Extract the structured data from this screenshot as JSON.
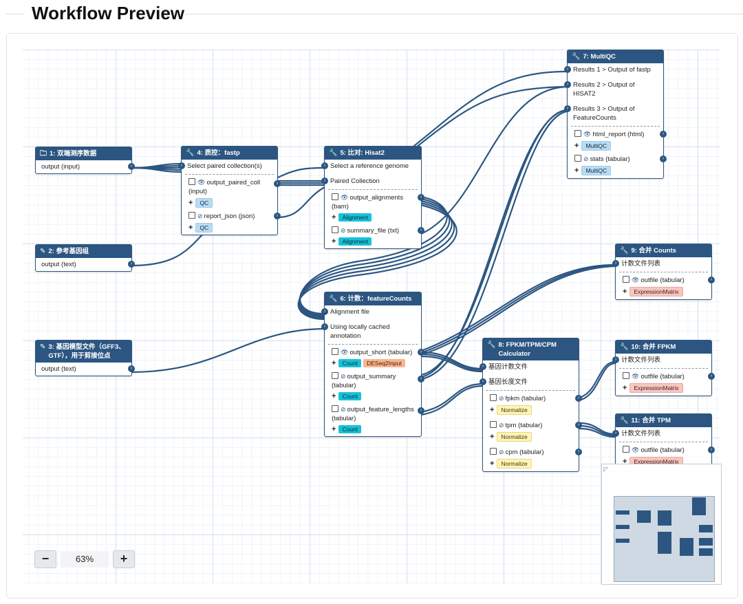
{
  "header": {
    "title": "Workflow Preview"
  },
  "nodes": {
    "n1": {
      "title": "1: 双端测序数据",
      "output": "output (input)"
    },
    "n2": {
      "title": "2: 参考基因组",
      "output": "output (text)"
    },
    "n3": {
      "title": "3: 基因模型文件（GFF3、GTF），用于剪接位点",
      "output": "output (text)"
    },
    "n4": {
      "title": "4: 质控：fastp",
      "input1": "Select paired collection(s)",
      "out1": "output_paired_coll (input)",
      "out1_tag": "QC",
      "out2": "report_json (json)",
      "out2_tag": "QC"
    },
    "n5": {
      "title": "5: 比对: Hisat2",
      "input1": "Select a reference genome",
      "input2": "Paired Collection",
      "out1": "output_alignments (bam)",
      "out1_tag": "Alignment",
      "out2": "summary_file (txt)",
      "out2_tag": "Alignment"
    },
    "n6": {
      "title": "6: 计数：featureCounts",
      "input1": "Alignment file",
      "input2": "Using locally cached annotation",
      "out1": "output_short (tabular)",
      "out1_tag1": "Count",
      "out1_tag2": "DESeq2Input",
      "out2": "output_summary (tabular)",
      "out2_tag": "Count",
      "out3": "output_feature_lengths (tabular)",
      "out3_tag": "Count"
    },
    "n7": {
      "title": "7: MultiQC",
      "input1": "Results 1 > Output of fastp",
      "input2": "Results 2 > Output of HISAT2",
      "input3": "Results 3 > Output of FeatureCounts",
      "out1": "html_report (html)",
      "out1_tag": "MultiQC",
      "out2": "stats (tabular)",
      "out2_tag": "MultiQC"
    },
    "n8": {
      "title": "8: FPKM/TPM/CPM Calculator",
      "input1": "基因计数文件",
      "input2": "基因长度文件",
      "out1": "fpkm (tabular)",
      "out1_tag": "Normalize",
      "out2": "tpm (tabular)",
      "out2_tag": "Normalize",
      "out3": "cpm (tabular)",
      "out3_tag": "Normalize"
    },
    "n9": {
      "title": "9: 合并 Counts",
      "input1": "计数文件列表",
      "out1": "outfile (tabular)",
      "out1_tag": "ExpressionMatrix"
    },
    "n10": {
      "title": "10: 合并 FPKM",
      "input1": "计数文件列表",
      "out1": "outfile (tabular)",
      "out1_tag": "ExpressionMatrix"
    },
    "n11": {
      "title": "11: 合并 TPM",
      "input1": "计数文件列表",
      "out1": "outfile (tabular)",
      "out1_tag": "ExpressionMatrix"
    }
  },
  "zoom": {
    "minus": "−",
    "value": "63%",
    "plus": "+"
  },
  "icons": {
    "input": "folder-icon",
    "param": "pencil-icon",
    "tool": "wrench-icon",
    "visible": "eye-icon",
    "hidden": "eye-slash-icon"
  },
  "colors": {
    "node_header": "#2c5681",
    "wire": "#2c5681"
  }
}
